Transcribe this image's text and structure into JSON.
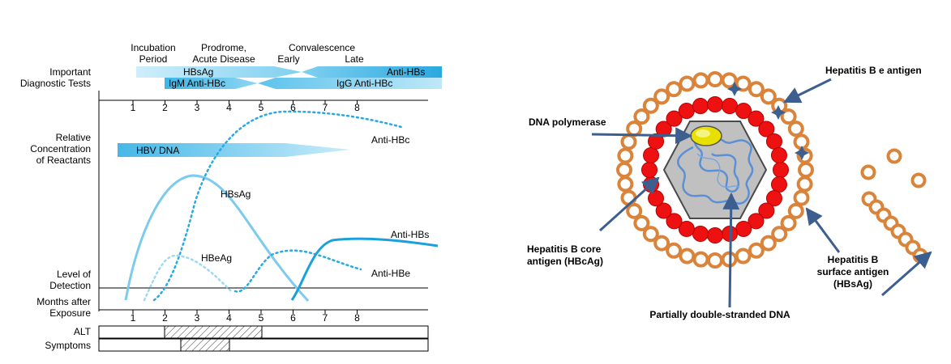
{
  "left_diagram": {
    "phases": {
      "incubation": [
        "Incubation",
        "Period"
      ],
      "prodrome": [
        "Prodrome,",
        "Acute Disease"
      ],
      "convalescence": "Convalescence",
      "early": "Early",
      "late": "Late"
    },
    "row_labels": {
      "diagnostic": [
        "Important",
        "Diagnostic Tests"
      ],
      "concentration": [
        "Relative",
        "Concentration",
        "of Reactants"
      ],
      "detection": [
        "Level of",
        "Detection"
      ],
      "months": [
        "Months after",
        "Exposure"
      ],
      "alt": "ALT",
      "symptoms": "Symptoms"
    },
    "test_bars": {
      "hbsag": "HBsAg",
      "anti_hbs": "Anti-HBs",
      "igm": "IgM Anti-HBc",
      "igg": "IgG Anti-HBc"
    },
    "hbv_dna": "HBV DNA",
    "curves": {
      "anti_hbc": "Anti-HBc",
      "hbsag": "HBsAg",
      "hbeag": "HBeAg",
      "anti_hbs": "Anti-HBs",
      "anti_hbe": "Anti-HBe"
    },
    "months": [
      "1",
      "2",
      "3",
      "4",
      "5",
      "6",
      "7",
      "8"
    ],
    "colors": {
      "bar_light": "#bfe6f7",
      "bar_dark": "#33b2e6",
      "curve_light": "#7ccbef",
      "curve_dark": "#1aa0dc"
    }
  },
  "virion": {
    "labels": {
      "e_antigen": "Hepatitis B e antigen",
      "dna_polymerase": "DNA polymerase",
      "core_antigen": [
        "Hepatitis B core",
        "antigen (HBcAg)"
      ],
      "surface_antigen": [
        "Hepatitis B",
        "surface antigen",
        "(HBsAg)"
      ],
      "dna": "Partially double-stranded DNA"
    },
    "colors": {
      "outer_bead": "#d9843a",
      "core_bead": "#ee1111",
      "capsid": "#c0c0c0",
      "polymerase": "#e8e000",
      "arrow": "#3d5f8f",
      "dna": "#5b8fd6"
    }
  }
}
